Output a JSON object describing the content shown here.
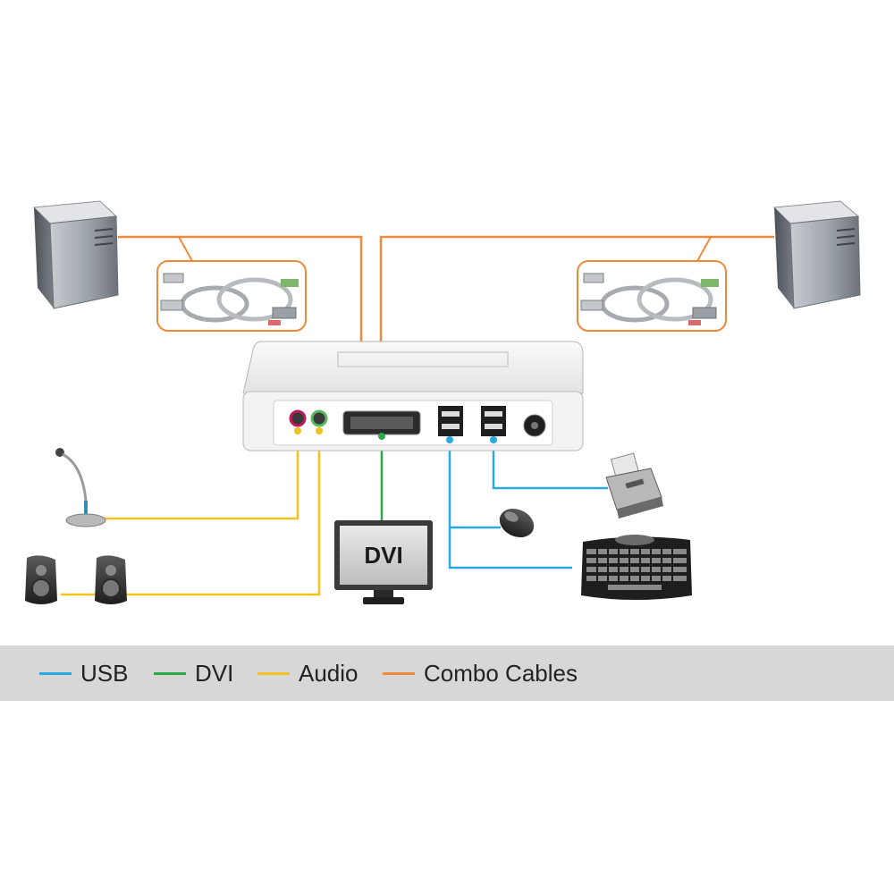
{
  "colors": {
    "usb": "#2aa9e0",
    "dvi": "#2ea84a",
    "audio": "#f2c21e",
    "combo": "#f08a3a",
    "legend_band": "#d7d7d7"
  },
  "monitor": {
    "label": "DVI"
  },
  "legend": [
    {
      "key": "usb",
      "label": "USB"
    },
    {
      "key": "dvi",
      "label": "DVI"
    },
    {
      "key": "audio",
      "label": "Audio"
    },
    {
      "key": "combo",
      "label": "Combo Cables"
    }
  ],
  "devices": [
    {
      "name": "computer-left",
      "icon": "tower-pc-icon"
    },
    {
      "name": "computer-right",
      "icon": "tower-pc-icon"
    },
    {
      "name": "kvm-switch",
      "icon": "kvm-switch-icon"
    },
    {
      "name": "microphone",
      "icon": "microphone-icon"
    },
    {
      "name": "speakers",
      "icon": "speaker-icon"
    },
    {
      "name": "monitor",
      "icon": "monitor-icon"
    },
    {
      "name": "mouse",
      "icon": "mouse-icon"
    },
    {
      "name": "keyboard",
      "icon": "keyboard-icon"
    },
    {
      "name": "printer",
      "icon": "printer-icon"
    }
  ]
}
